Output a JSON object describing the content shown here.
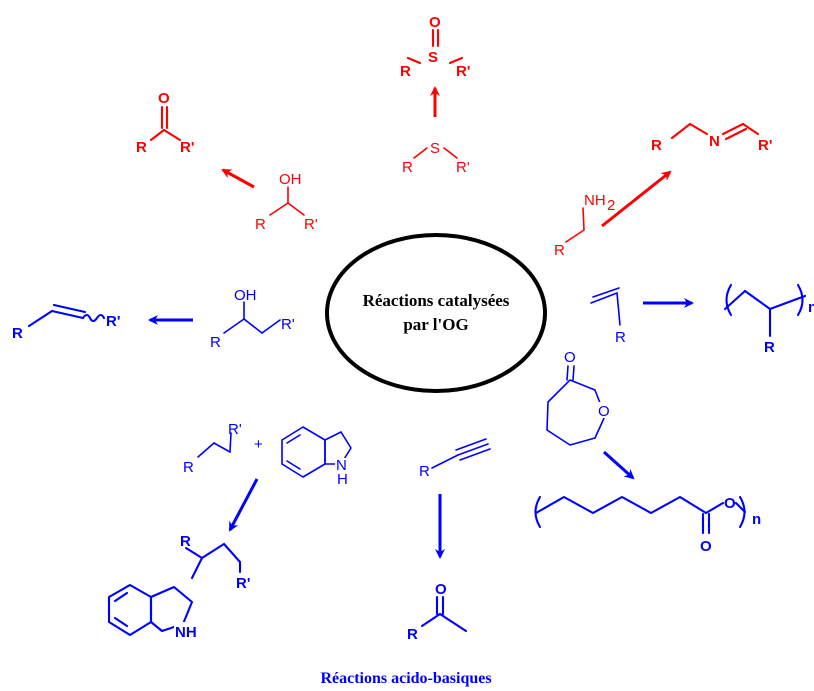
{
  "center": {
    "line1": "Réactions catalysées",
    "line2": "par l'OG"
  },
  "footer": {
    "title": "Réactions acido-basiques"
  },
  "atoms": {
    "O": "O",
    "S": "S",
    "N": "N",
    "NH2": "NH",
    "NH2_sub": "2",
    "OH": "OH",
    "R": "R",
    "Rp": "R'",
    "H": "H",
    "NH": "NH",
    "n": "n",
    "plus": "+"
  },
  "colors": {
    "oxidation": "#ff0000",
    "acid_base": "#0000ff",
    "center": "#000000"
  }
}
